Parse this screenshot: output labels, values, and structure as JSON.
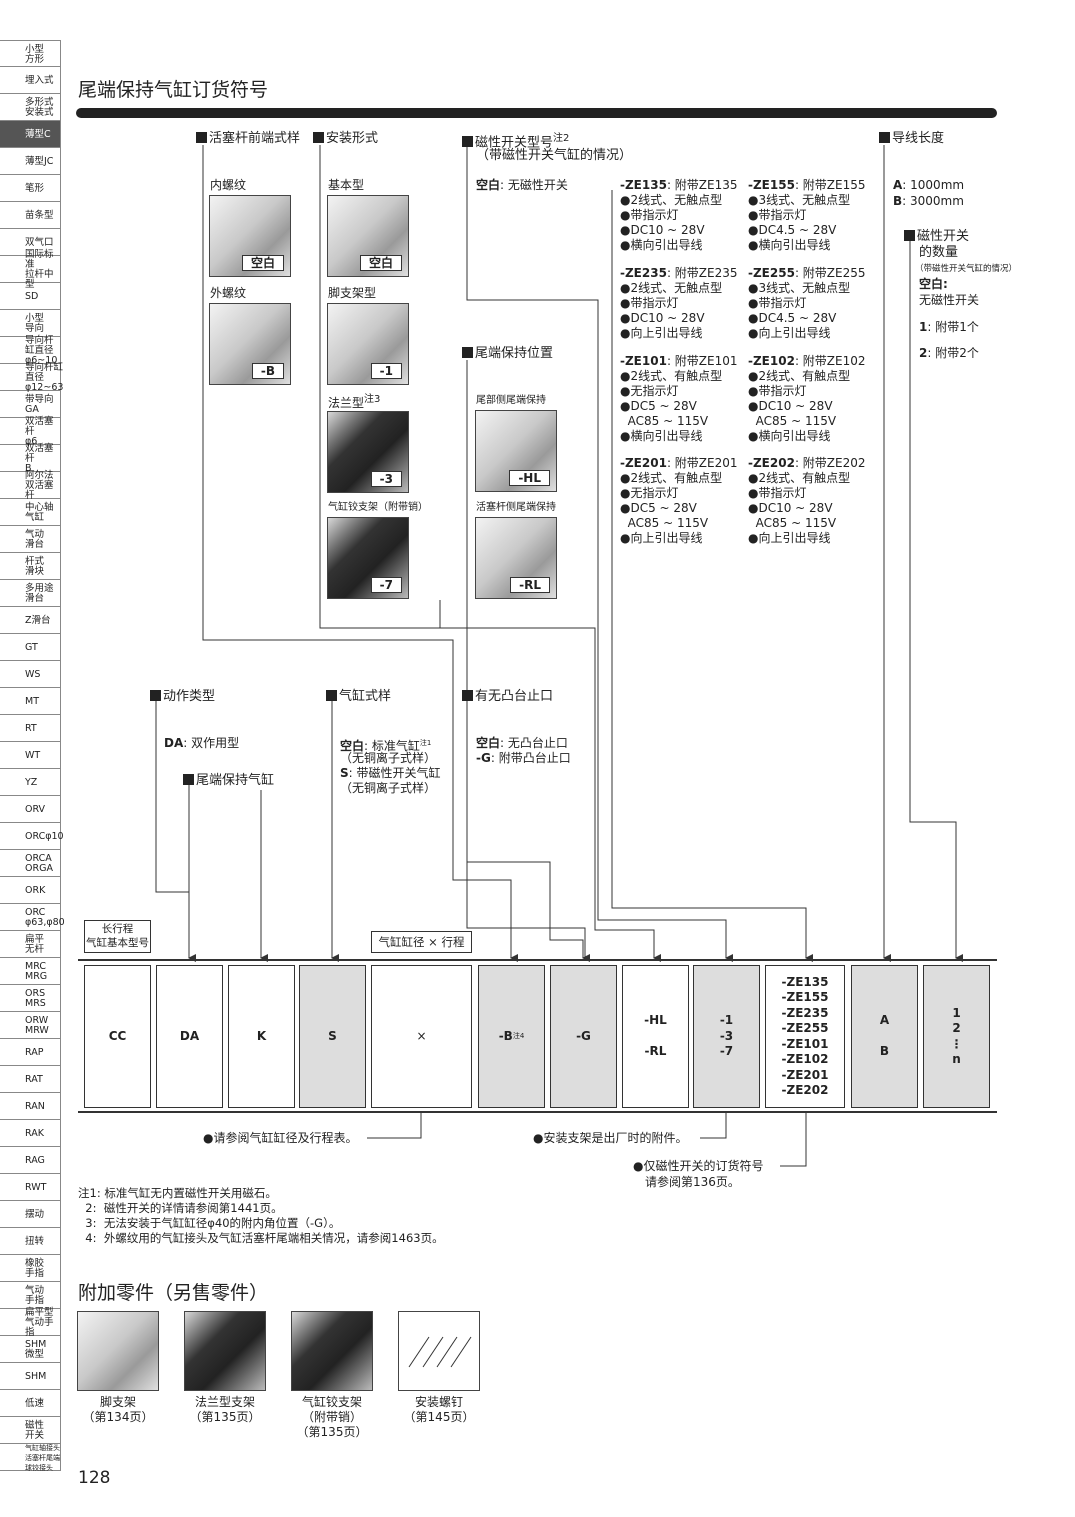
{
  "sidebar": [
    "小型\n方形",
    "埋入式",
    "多形式\n安装式",
    "薄型C",
    "薄型JC",
    "笔形",
    "苗条型",
    "双气口",
    "国际标准\n拉杆中型",
    "SD",
    "小型\n导向",
    "导向杆缸直径\nφ6~10",
    "导向杆缸直径\nφ12~63",
    "带导向\nGA",
    "双活塞杆\nφ6",
    "双活塞杆\nB",
    "阿尔法\n双活塞杆",
    "中心轴\n气缸",
    "气动\n滑台",
    "杆式\n滑块",
    "多用途\n滑台",
    "Z滑台",
    "GT",
    "WS",
    "MT",
    "RT",
    "WT",
    "YZ",
    "ORV",
    "ORCφ10",
    "ORCA\nORGA",
    "ORK",
    "ORC\nφ63,φ80",
    "扁平\n无杆",
    "MRC\nMRG",
    "ORS\nMRS",
    "ORW\nMRW",
    "RAP",
    "RAT",
    "RAN",
    "RAK",
    "RAG",
    "RWT",
    "摆动",
    "扭转",
    "橡胶\n手指",
    "气动\n手指",
    "扁平型\n气动手指",
    "SHM\n微型",
    "SHM",
    "低速",
    "磁性\n开关",
    "气缸轴接头\n活塞杆尾端\n球铰接头"
  ],
  "title": "尾端保持气缸订货符号",
  "rod": {
    "head": "活塞杆前端式样",
    "internal": "内螺纹",
    "blank": "空白",
    "external": "外螺纹",
    "ext_code": "-B"
  },
  "mount": {
    "head": "安装形式",
    "basic": "基本型",
    "basic_code": "空白",
    "foot": "脚支架型",
    "foot_code": "-1",
    "flange": "法兰型",
    "flange_note": "注3",
    "flange_code": "-3",
    "clevis": "气缸铰支架（附带销）",
    "clevis_code": "-7"
  },
  "switch": {
    "head": "磁性开关型号",
    "note": "注2",
    "sub": "（带磁性开关气缸的情况）",
    "blank_label": "空白",
    "blank_text": "无磁性开关",
    "left": [
      {
        "code": "-ZE135",
        "desc": "附带ZE135",
        "lines": [
          "●2线式、无触点型",
          "●带指示灯",
          "●DC10 ~ 28V",
          "●横向引出导线"
        ]
      },
      {
        "code": "-ZE235",
        "desc": "附带ZE235",
        "lines": [
          "●2线式、无触点型",
          "●带指示灯",
          "●DC10 ~ 28V",
          "●向上引出导线"
        ]
      },
      {
        "code": "-ZE101",
        "desc": "附带ZE101",
        "lines": [
          "●2线式、有触点型",
          "●无指示灯",
          "●DC5 ~ 28V",
          "  AC85 ~ 115V",
          "●横向引出导线"
        ]
      },
      {
        "code": "-ZE201",
        "desc": "附带ZE201",
        "lines": [
          "●2线式、有触点型",
          "●无指示灯",
          "●DC5 ~ 28V",
          "  AC85 ~ 115V",
          "●向上引出导线"
        ]
      }
    ],
    "right": [
      {
        "code": "-ZE155",
        "desc": "附带ZE155",
        "lines": [
          "●3线式、无触点型",
          "●带指示灯",
          "●DC4.5 ~ 28V",
          "●横向引出导线"
        ]
      },
      {
        "code": "-ZE255",
        "desc": "附带ZE255",
        "lines": [
          "●3线式、无触点型",
          "●带指示灯",
          "●DC4.5 ~ 28V",
          "●向上引出导线"
        ]
      },
      {
        "code": "-ZE102",
        "desc": "附带ZE102",
        "lines": [
          "●2线式、有触点型",
          "●带指示灯",
          "●DC10 ~ 28V",
          "  AC85 ~ 115V",
          "●横向引出导线"
        ]
      },
      {
        "code": "-ZE202",
        "desc": "附带ZE202",
        "lines": [
          "●2线式、有触点型",
          "●带指示灯",
          "●DC10 ~ 28V",
          "  AC85 ~ 115V",
          "●向上引出导线"
        ]
      }
    ]
  },
  "lead": {
    "head": "导线长度",
    "a_code": "A",
    "a_val": "1000mm",
    "b_code": "B",
    "b_val": "3000mm"
  },
  "qty": {
    "head1": "磁性开关",
    "head2": "的数量",
    "sub": "（带磁性开关气缸的情况）",
    "blank_label": "空白:",
    "blank_text": "无磁性开关",
    "one_code": "1",
    "one_text": "附带1个",
    "two_code": "2",
    "two_text": "附带2个"
  },
  "hold": {
    "head": "尾端保持位置",
    "tail": "尾部侧尾端保持",
    "tail_code": "-HL",
    "rod": "活塞杆侧尾端保持",
    "rod_code": "-RL"
  },
  "action": {
    "head": "动作类型",
    "code": "DA",
    "text": "双作用型",
    "sub_head": "尾端保持气缸"
  },
  "cyl": {
    "head": "气缸式样",
    "blank": "空白",
    "blank_text": "标准气缸",
    "note": "注1",
    "blank_sub": "（无铜离子式样）",
    "s_code": "S",
    "s_text": "带磁性开关气缸",
    "s_sub": "（无铜离子式样）"
  },
  "stop": {
    "head": "有无凸台止口",
    "blank": "空白",
    "blank_text": "无凸台止口",
    "g_code": "-G",
    "g_text": "附带凸台止口"
  },
  "labels": {
    "long": "长行程\n气缸基本型号",
    "bore": "气缸缸径 × 行程"
  },
  "codes": [
    {
      "text": "CC",
      "gray": false
    },
    {
      "text": "DA",
      "gray": false
    },
    {
      "text": "K",
      "gray": false
    },
    {
      "text": "S",
      "gray": true
    },
    {
      "text": "×",
      "gray": false
    },
    {
      "text": "-B",
      "gray": true,
      "note": "注4"
    },
    {
      "text": "-G",
      "gray": true
    },
    {
      "text": "-HL\n\n-RL",
      "gray": false
    },
    {
      "text": "-1\n-3\n-7",
      "gray": true
    },
    {
      "text": "-ZE135\n-ZE155\n-ZE235\n-ZE255\n-ZE101\n-ZE102\n-ZE201\n-ZE202",
      "gray": false
    },
    {
      "text": "A\n\nB",
      "gray": true
    },
    {
      "text": "1\n2\n⋮\nn",
      "gray": true
    }
  ],
  "bottom_notes": {
    "bore_ref": "●请参阅气缸缸径及行程表。",
    "mount_ref": "●安装支架是出厂时的附件。",
    "switch_ref1": "●仅磁性开关的订货符号",
    "switch_ref2": "请参阅第136页。"
  },
  "notes": [
    "注1:  标准气缸无内置磁性开关用磁石。",
    "  2:  磁性开关的详情请参阅第1441页。",
    "  3:  无法安装于气缸缸径φ40的附内角位置（-G）。",
    "  4:  外螺纹用的气缸接头及气缸活塞杆尾端相关情况，请参阅1463页。"
  ],
  "acc": {
    "title": "附加零件（另售零件）",
    "items": [
      {
        "name": "脚支架",
        "page": "（第134页）"
      },
      {
        "name": "法兰型支架",
        "page": "（第135页）"
      },
      {
        "name": "气缸铰支架",
        "sub": "（附带销）",
        "page": "（第135页）"
      },
      {
        "name": "安装螺钉",
        "page": "（第145页）"
      }
    ]
  },
  "page_number": "128"
}
